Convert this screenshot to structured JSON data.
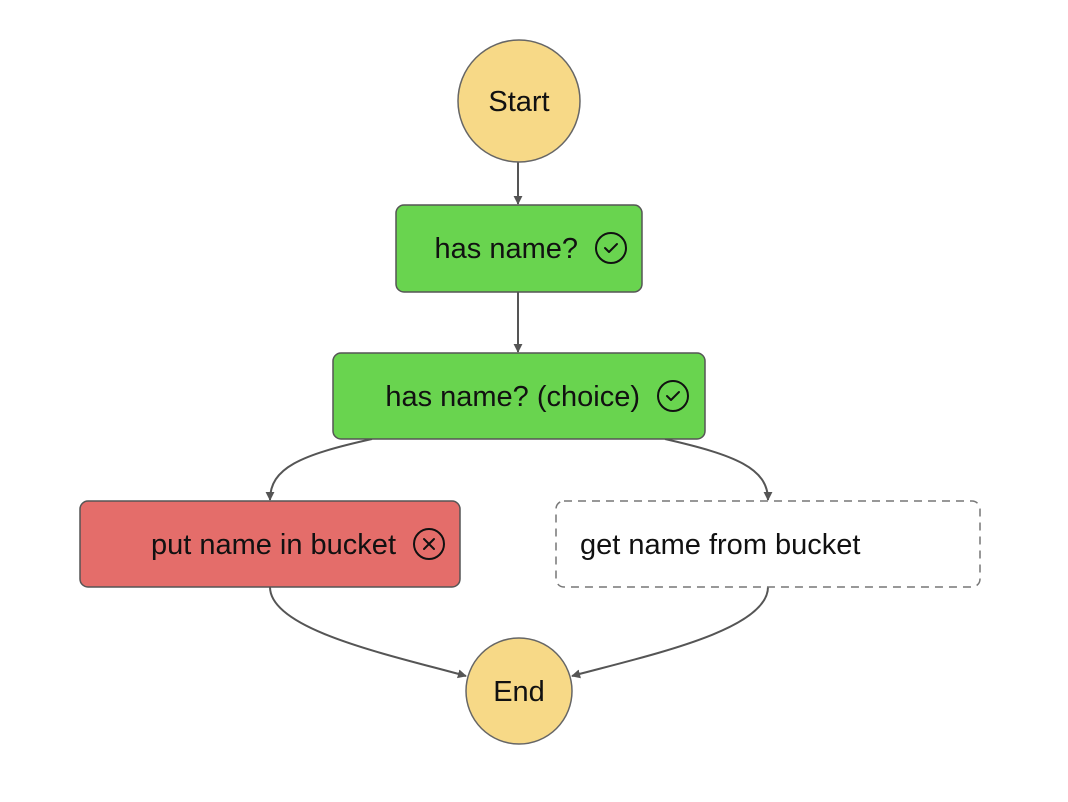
{
  "nodes": {
    "start": {
      "label": "Start"
    },
    "has_name": {
      "label": "has name?",
      "status": "succeeded",
      "status_icon": "check-circle-icon"
    },
    "has_name_choice": {
      "label": "has name? (choice)",
      "status": "succeeded",
      "status_icon": "check-circle-icon"
    },
    "put_name": {
      "label": "put name in bucket",
      "status": "failed",
      "status_icon": "x-circle-icon"
    },
    "get_name": {
      "label": "get name from bucket",
      "status": "not-executed"
    },
    "end": {
      "label": "End"
    }
  },
  "colors": {
    "terminal": "#F7D987",
    "succeeded": "#69D44F",
    "failed": "#E46D6A",
    "not_executed": "#FFFFFF",
    "edge": "#555555"
  }
}
